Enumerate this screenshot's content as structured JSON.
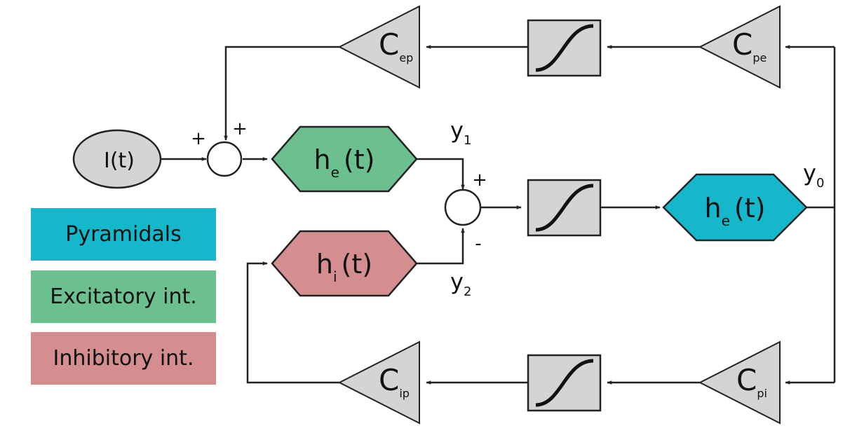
{
  "colors": {
    "pyramidal": "#15b8cb",
    "excitatory": "#6cc08f",
    "inhibitory": "#d48e8f",
    "block_fill": "#d4d4d4",
    "stroke": "#222222"
  },
  "legend": {
    "pyramidals": "Pyramidals",
    "excitatory": "Excitatory int.",
    "inhibitory": "Inhibitory int."
  },
  "input": {
    "label": "I(t)"
  },
  "blocks": {
    "he_top": {
      "main": "h",
      "sub": "e",
      "tail": "(t)"
    },
    "hi": {
      "main": "h",
      "sub": "i",
      "tail": "(t)"
    },
    "he_right": {
      "main": "h",
      "sub": "e",
      "tail": "(t)"
    }
  },
  "gains": {
    "cep": {
      "main": "C",
      "sub": "ep"
    },
    "cpe": {
      "main": "C",
      "sub": "pe"
    },
    "cip": {
      "main": "C",
      "sub": "ip"
    },
    "cpi": {
      "main": "C",
      "sub": "pi"
    }
  },
  "signals": {
    "y1": {
      "main": "y",
      "sub": "1"
    },
    "y2": {
      "main": "y",
      "sub": "2"
    },
    "y0": {
      "main": "y",
      "sub": "0"
    }
  },
  "signs": {
    "sum1_left": "+",
    "sum1_top": "+",
    "sum2_top": "+",
    "sum2_bottom": "-"
  },
  "icons": {
    "sigmoid": "sigmoid-icon",
    "summing_junction": "summing-junction-icon",
    "amplifier": "triangle-gain-icon"
  }
}
